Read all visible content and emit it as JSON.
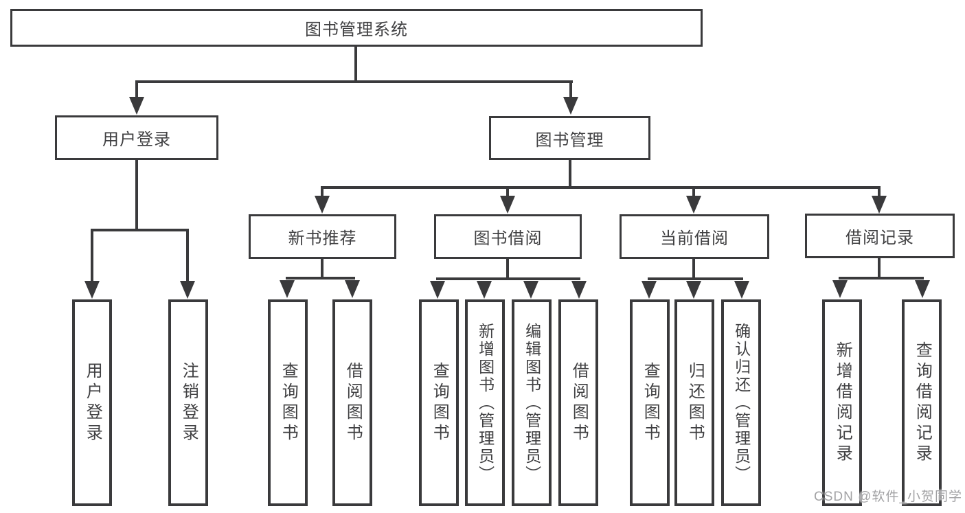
{
  "root": {
    "label": "图书管理系统"
  },
  "level1": [
    {
      "label": "用户登录"
    },
    {
      "label": "图书管理"
    }
  ],
  "level2": [
    {
      "label": "新书推荐"
    },
    {
      "label": "图书借阅"
    },
    {
      "label": "当前借阅"
    },
    {
      "label": "借阅记录"
    }
  ],
  "leaves": [
    {
      "label": "用户登录"
    },
    {
      "label": "注销登录"
    },
    {
      "label": "查询图书"
    },
    {
      "label": "借阅图书"
    },
    {
      "label": "查询图书"
    },
    {
      "label": "新增图书（管理员）"
    },
    {
      "label": "编辑图书（管理员）"
    },
    {
      "label": "借阅图书"
    },
    {
      "label": "查询图书"
    },
    {
      "label": "归还图书"
    },
    {
      "label": "确认归还（管理员）"
    },
    {
      "label": "新增借阅记录"
    },
    {
      "label": "查询借阅记录"
    }
  ],
  "watermark": "CSDN @软件_小贺同学",
  "colors": {
    "line": "#3a3a3c",
    "text": "#404042",
    "watermark": "#a2a2a4",
    "background": "#ffffff"
  }
}
